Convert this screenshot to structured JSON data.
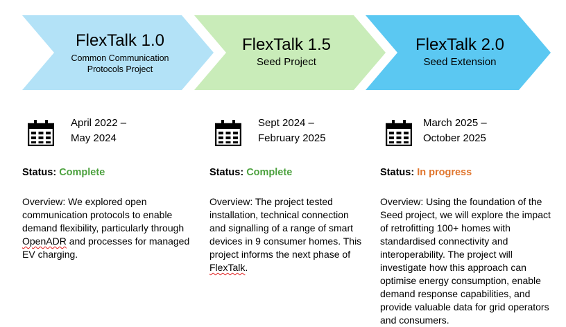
{
  "stages": [
    {
      "title": "FlexTalk 1.0",
      "subtitle_line1": "Common Communication",
      "subtitle_line2": "Protocols Project",
      "color": "#b3e2f7",
      "date_line1": "April 2022 –",
      "date_line2": "May 2024",
      "status_label": "Status:",
      "status_value": "Complete",
      "status_color": "#4ca13e",
      "overview_pre": "Overview: We explored open communication protocols to enable demand flexibility, particularly through ",
      "overview_marked": "OpenADR",
      "overview_post": " and processes for managed EV charging."
    },
    {
      "title": "FlexTalk 1.5",
      "subtitle_line1": "Seed Project",
      "color": "#c9ecb9",
      "date_line1": "Sept 2024 –",
      "date_line2": "February 2025",
      "status_label": "Status:",
      "status_value": "Complete",
      "status_color": "#4ca13e",
      "overview_pre": "Overview: The project tested installation, technical connection and signalling of a range of smart devices in 9 consumer homes. This project informs the next phase of ",
      "overview_marked": "FlexTalk",
      "overview_post": "."
    },
    {
      "title": "FlexTalk 2.0",
      "subtitle_line1": "Seed Extension",
      "color": "#5bc8f2",
      "date_line1": "March 2025 –",
      "date_line2": "October 2025",
      "status_label": "Status:",
      "status_value": "In progress",
      "status_color": "#e0762e",
      "overview_pre": "Overview: Using the foundation of the Seed project, we will explore the impact of retrofitting 100+ homes with standardised connectivity and interoperability. The project will investigate how this approach can optimise energy consumption, enable demand response capabilities, and provide valuable data for grid operators and consumers."
    }
  ],
  "icons": {
    "date": "calendar-icon"
  }
}
